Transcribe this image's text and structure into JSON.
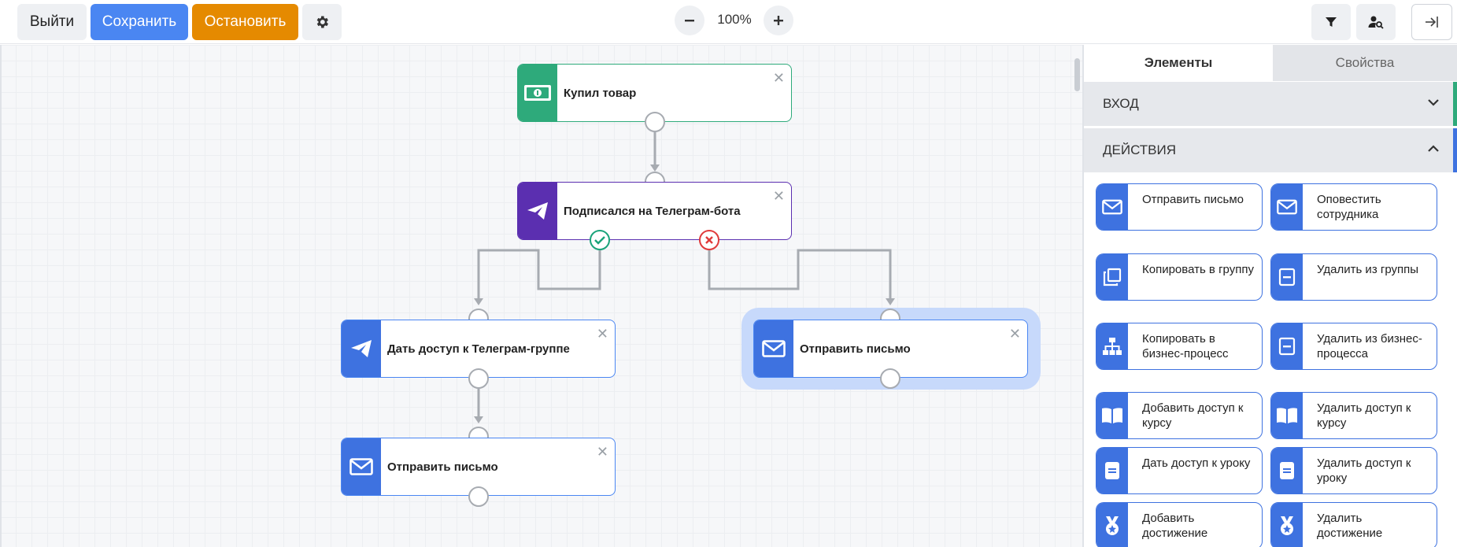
{
  "toolbar": {
    "exit_label": "Выйти",
    "save_label": "Сохранить",
    "stop_label": "Остановить",
    "zoom_level": "100%"
  },
  "colors": {
    "save": "#4a86f2",
    "stop": "#e58a00",
    "trigger_green": "#2eaa7b",
    "telegram_purple": "#5b2fb0",
    "action_blue": "#3e72e0"
  },
  "flow": {
    "nodes": [
      {
        "id": "n1",
        "title": "Купил товар",
        "icon": "money-icon"
      },
      {
        "id": "n2",
        "title": "Подписался на Телеграм-бота",
        "icon": "telegram-icon"
      },
      {
        "id": "n3",
        "title": "Дать доступ к Телеграм-группе",
        "icon": "telegram-icon"
      },
      {
        "id": "n4",
        "title": "Отправить письмо",
        "icon": "envelope-icon"
      },
      {
        "id": "n5",
        "title": "Отправить письмо",
        "icon": "envelope-icon"
      }
    ]
  },
  "sidebar": {
    "tabs": [
      "Элементы",
      "Свойства"
    ],
    "sections": [
      "ВХОД",
      "ДЕЙСТВИЯ"
    ],
    "actions": [
      {
        "label": "Отправить письмо",
        "icon": "envelope-icon"
      },
      {
        "label": "Оповестить сотрудника",
        "icon": "envelope-icon"
      },
      {
        "label": "Копировать в группу",
        "icon": "copy-icon"
      },
      {
        "label": "Удалить из группы",
        "icon": "minus-box-icon"
      },
      {
        "label": "Копировать в бизнес-процесс",
        "icon": "hierarchy-icon"
      },
      {
        "label": "Удалить из бизнес-процесса",
        "icon": "minus-box-icon"
      },
      {
        "label": "Добавить доступ к курсу",
        "icon": "book-icon"
      },
      {
        "label": "Удалить доступ к курсу",
        "icon": "book-icon"
      },
      {
        "label": "Дать доступ к уроку",
        "icon": "lesson-icon"
      },
      {
        "label": "Удалить доступ к уроку",
        "icon": "lesson-icon"
      },
      {
        "label": "Добавить достижение",
        "icon": "medal-icon"
      },
      {
        "label": "Удалить достижение",
        "icon": "medal-icon"
      }
    ]
  }
}
